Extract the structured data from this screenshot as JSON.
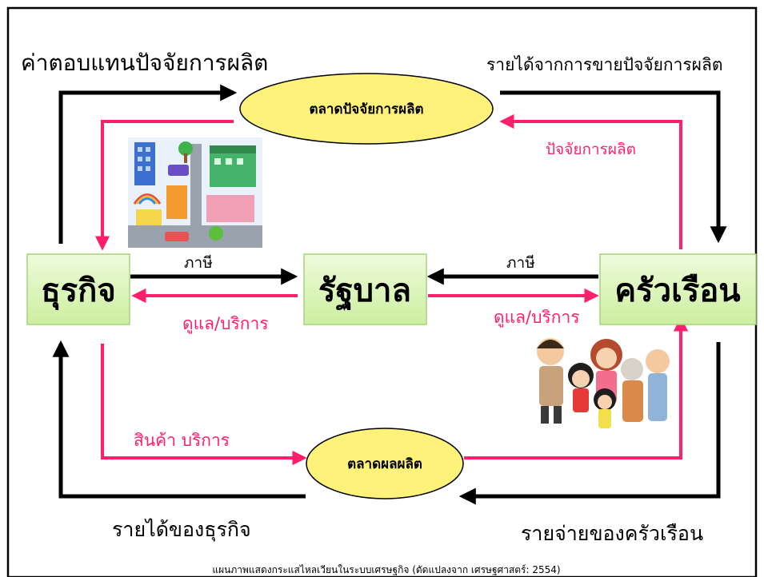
{
  "diagram": {
    "nodes": {
      "business": "ธุรกิจ",
      "government": "รัฐบาล",
      "household": "ครัวเรือน"
    },
    "markets": {
      "factor_market": "ตลาดปัจจัยการผลิต",
      "product_market": "ตลาดผลผลิต"
    },
    "flows": {
      "factor_payments": "ค่าตอบแทนปัจจัยการผลิต",
      "factor_income": "รายได้จากการขายปัจจัยการผลิต",
      "factors_of_production": "ปัจจัยการผลิต",
      "tax_business": "ภาษี",
      "tax_household": "ภาษี",
      "services_business": "ดูแล/บริการ",
      "services_household": "ดูแล/บริการ",
      "goods_services": "สินค้า บริการ",
      "business_revenue": "รายได้ของธุรกิจ",
      "household_spending": "รายจ่ายของครัวเรือน"
    },
    "images": {
      "city": "city-illustration",
      "family": "family-illustration"
    },
    "caption": "แผนภาพแสดงกระแสไหลเวียนในระบบเศรษฐกิจ (ดัดแปลงจาก เศรษฐศาสตร์: 2554)",
    "colors": {
      "frame": "#000000",
      "box_fill": "#dcf5b8",
      "box_stroke": "#a8d080",
      "ellipse_fill": "#fff27a",
      "black_flow": "#000000",
      "pink_flow": "#ff1f6a"
    }
  }
}
